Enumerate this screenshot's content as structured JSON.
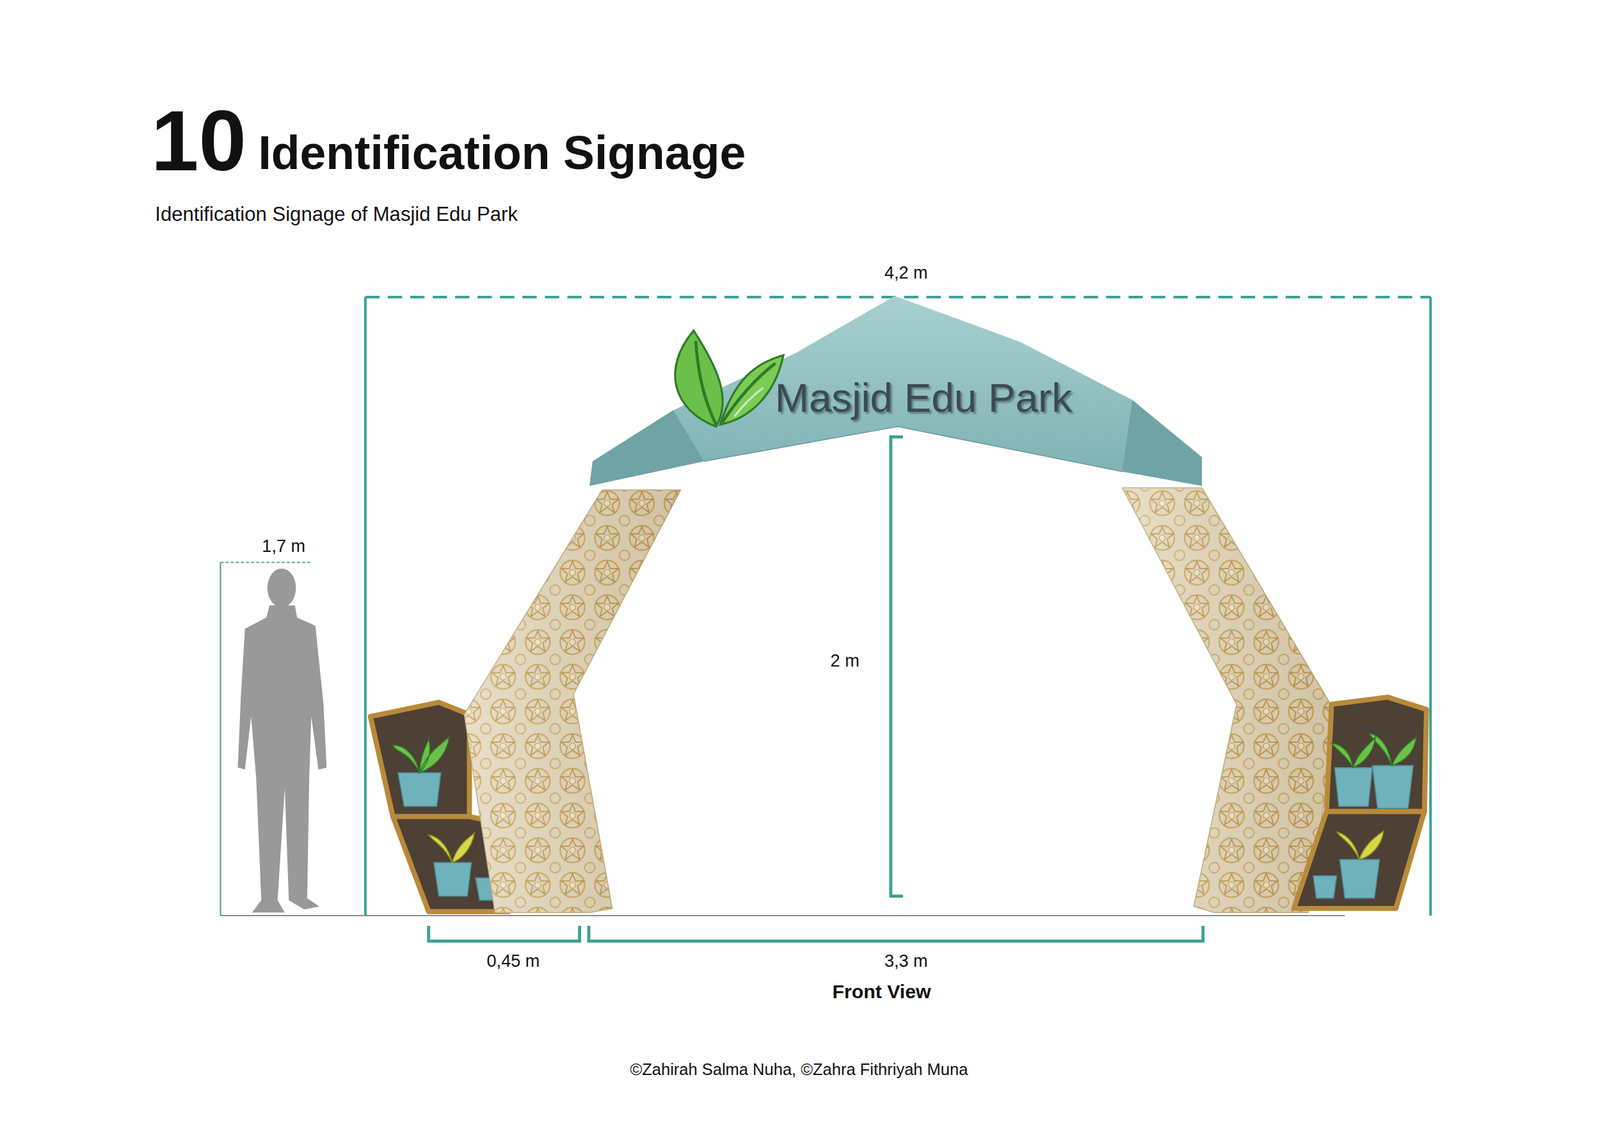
{
  "diagram": {
    "title": "Identification Signage",
    "nodes": [
      {
        "text": [
          "Masjid Edu Park"
        ]
      }
    ],
    "labels": [
      "10",
      "Identification Signage of Masjid Edu Park",
      "4,2 m",
      "1,7 m",
      "2 m",
      "0,45 m",
      "3,3 m",
      "Front View",
      "©Zahirah Salma Nuha, ©Zahra Fithriyah Muna"
    ]
  }
}
